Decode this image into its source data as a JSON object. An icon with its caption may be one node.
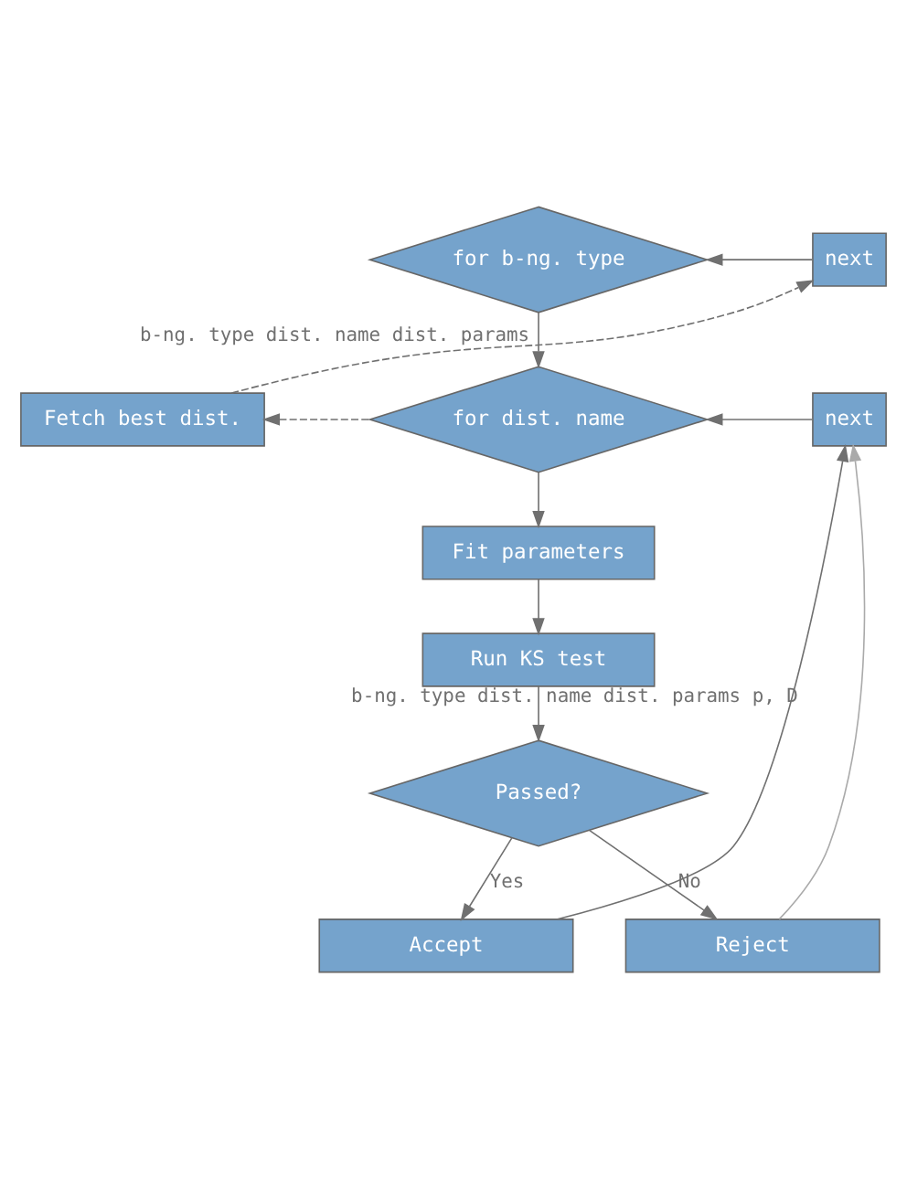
{
  "diagram": {
    "nodes": [
      {
        "text": [
          "for b-ng. type"
        ]
      },
      {
        "text": [
          "next"
        ]
      },
      {
        "text": [
          "Fetch best dist."
        ]
      },
      {
        "text": [
          "for dist. name"
        ]
      },
      {
        "text": [
          "next"
        ]
      },
      {
        "text": [
          "Fit parameters"
        ]
      },
      {
        "text": [
          "Run KS test"
        ]
      },
      {
        "text": [
          "Passed?"
        ]
      },
      {
        "text": [
          "Accept"
        ]
      },
      {
        "text": [
          "Reject"
        ]
      }
    ],
    "edges": [
      {
        "from": 1,
        "to": 0,
        "arrow": "to"
      },
      {
        "from": 0,
        "to": 3,
        "arrow": "to"
      },
      {
        "from": 2,
        "to": 1,
        "arrow": "to",
        "style": "dashed",
        "label": "b-ng. type dist. name dist. params"
      },
      {
        "from": 3,
        "to": 2,
        "arrow": "to",
        "style": "dashed"
      },
      {
        "from": 4,
        "to": 3,
        "arrow": "to"
      },
      {
        "from": 3,
        "to": 5,
        "arrow": "to"
      },
      {
        "from": 5,
        "to": 6,
        "arrow": "to"
      },
      {
        "from": 6,
        "to": 7,
        "arrow": "to"
      },
      {
        "from": 7,
        "to": 8,
        "arrow": "to",
        "label": "Yes"
      },
      {
        "from": 7,
        "to": 9,
        "arrow": "to",
        "label": "No"
      },
      {
        "from": 8,
        "to": 4,
        "arrow": "to",
        "label": "b-ng. type dist. name dist. params p, D"
      },
      {
        "from": 9,
        "to": 4,
        "arrow": "to",
        "color": "#aaaaaa"
      }
    ]
  }
}
